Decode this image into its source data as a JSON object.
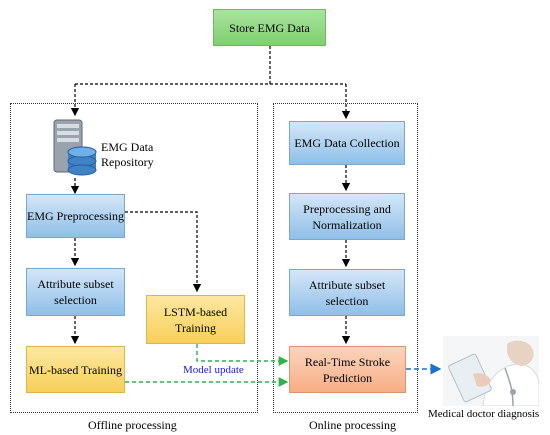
{
  "nodes": {
    "store": "Store EMG Data",
    "repository": "EMG Data Repository",
    "emg_preprocessing": "EMG Preprocessing",
    "attr_offline": "Attribute subset selection",
    "lstm": "LSTM-based Training",
    "ml": "ML-based Training",
    "collection": "EMG Data Collection",
    "norm": "Preprocessing and Normalization",
    "attr_online": "Attribute subset selection",
    "prediction": "Real-Time Stroke Prediction"
  },
  "labels": {
    "model_update": "Model update",
    "offline": "Offline processing",
    "online": "Online processing",
    "doctor": "Medical doctor diagnosis"
  },
  "colors": {
    "model_update_text": "#1a1acc",
    "green_arrow": "#2db34a",
    "blue_arrow": "#1f6fd1"
  }
}
